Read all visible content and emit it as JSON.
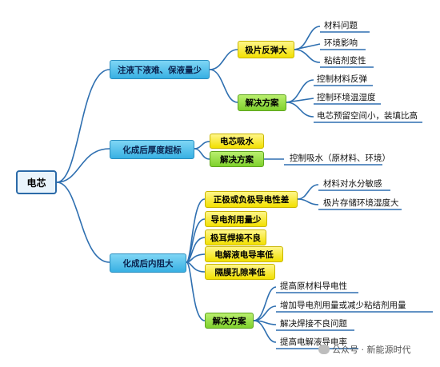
{
  "root": "电芯",
  "branches": [
    {
      "label": "注液下液难、保液量少",
      "groups": [
        {
          "label": "极片反弹大",
          "leaves": [
            "材料问题",
            "环境影响",
            "粘结剂变性"
          ]
        },
        {
          "label": "解决方案",
          "leaves": [
            "控制材料反弹",
            "控制环境温湿度",
            "电芯预留空间小，装填比高"
          ]
        }
      ]
    },
    {
      "label": "化成后厚度超标",
      "groups": [
        {
          "label": "电芯吸水",
          "leaves": []
        },
        {
          "label": "解决方案",
          "leaves": [
            "控制吸水（原材料、环境）"
          ]
        }
      ]
    },
    {
      "label": "化成后内阻大",
      "groups": [
        {
          "label": "正极或负极导电性差",
          "leaves": [
            "材料对水分敏感",
            "极片存储环境湿度大"
          ]
        },
        {
          "label": "导电剂用量少",
          "leaves": []
        },
        {
          "label": "极耳焊接不良",
          "leaves": []
        },
        {
          "label": "电解液电导率低",
          "leaves": []
        },
        {
          "label": "隔膜孔隙率低",
          "leaves": []
        },
        {
          "label": "解决方案",
          "leaves": [
            "提高原材料导电性",
            "增加导电剂用量或减少粘结剂用量",
            "解决焊接不良问题",
            "提高电解液导电率"
          ]
        }
      ]
    }
  ],
  "watermark": "公众号 · 新能源时代",
  "colors": {
    "line": "#2e6fb0",
    "blue": "#38b0e3",
    "yellow": "#f2e000",
    "green": "#7fd12d"
  }
}
